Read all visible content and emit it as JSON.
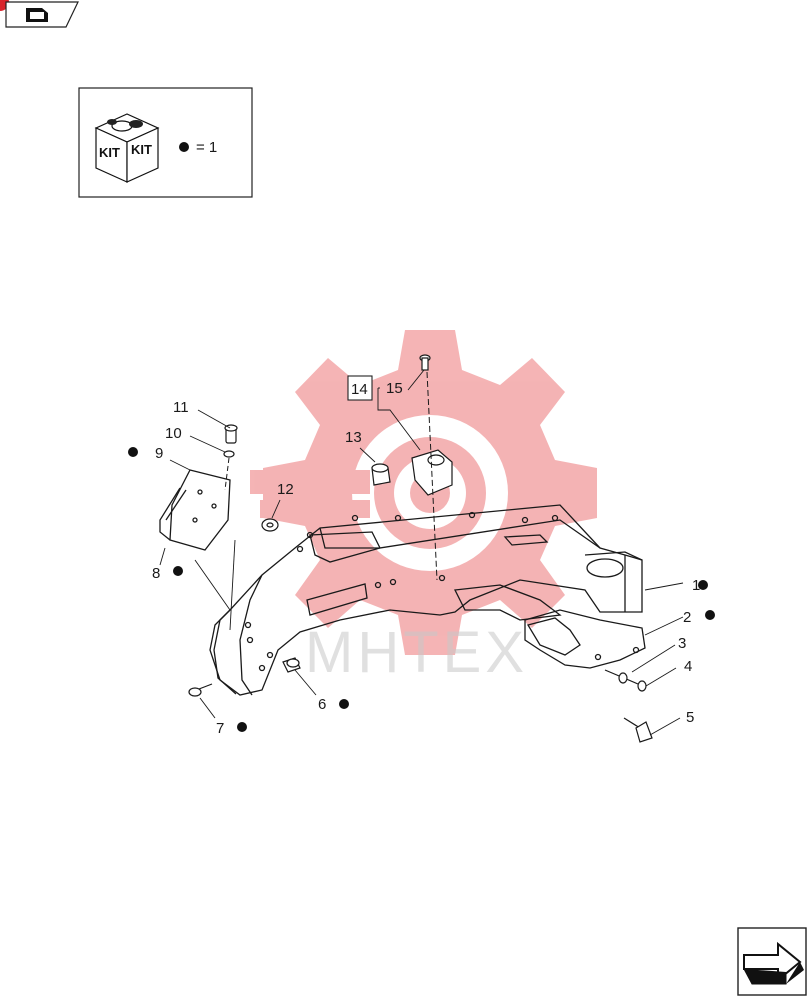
{
  "legend": {
    "kit_text": "KIT",
    "equals_text": "= 1"
  },
  "watermark": {
    "text": "МНТЕХ",
    "color": "#e8585a"
  },
  "callouts": [
    {
      "id": "c1",
      "text": "1"
    },
    {
      "id": "c2",
      "text": "2"
    },
    {
      "id": "c3",
      "text": "3"
    },
    {
      "id": "c4",
      "text": "4"
    },
    {
      "id": "c5",
      "text": "5"
    },
    {
      "id": "c6",
      "text": "6"
    },
    {
      "id": "c7",
      "text": "7"
    },
    {
      "id": "c8",
      "text": "8"
    },
    {
      "id": "c9",
      "text": "9"
    },
    {
      "id": "c10",
      "text": "10"
    },
    {
      "id": "c11",
      "text": "11"
    },
    {
      "id": "c12",
      "text": "12"
    },
    {
      "id": "c13",
      "text": "13"
    },
    {
      "id": "c14",
      "text": "14"
    },
    {
      "id": "c15",
      "text": "15"
    }
  ],
  "nav_icons": {
    "top": "book-icon",
    "bottom": "next-page-arrow-icon"
  }
}
